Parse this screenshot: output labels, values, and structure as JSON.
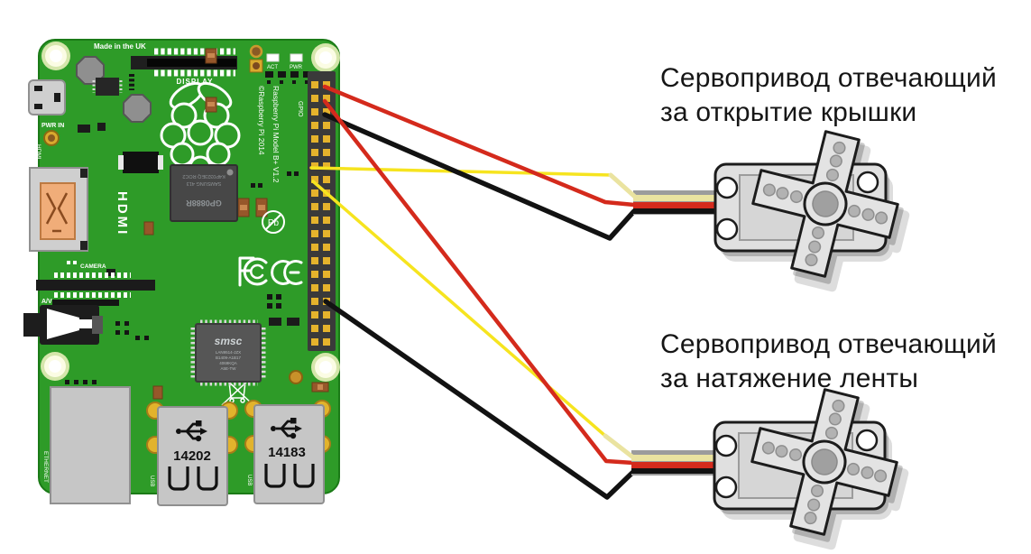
{
  "annotations": {
    "servo_lid": "Сервопривод отвечающий\nза открытие крышки",
    "servo_tape": "Сервопривод отвечающий\nза натяжение ленты"
  },
  "board": {
    "made_in_uk": "Made in the UK",
    "display_label": "DISPLAY",
    "act_led": "ACT",
    "pwr_led": "PWR",
    "gpio_label": "GPIO",
    "copyright_silk": "©Raspberry Pi 2014",
    "model_silk": "Raspberry Pi Model B+ V1.2",
    "pwr_in_label": "PWR IN",
    "hdmi_edge_label": "HDMI",
    "hdmi_silk": "HDMI",
    "camera_label": "CAMERA",
    "av_label": "A/V",
    "ethernet_label": "ETHERNET",
    "usb1_label": "USB",
    "usb2_label": "USB",
    "usb1_number": "14202",
    "usb2_number": "14183",
    "pb_mark": "Pb",
    "ram_chip_line1": "GP0888R",
    "ram_chip_line2": "SAMSUNG 413",
    "ram_chip_line3": "K4P0323EQ ROC2",
    "smsc_logo": "smsc",
    "smsc_line1": "LAN9514-JZX",
    "smsc_line2": "B1409-A1B17",
    "smsc_line3": "4069KQA",
    "smsc_line4": "A5E-TW"
  },
  "colors": {
    "board_green": "#2E9B28",
    "pin_gold": "#E5B32C",
    "wire_red": "#D42A1C",
    "wire_yellow": "#F6E41F",
    "wire_yellow_pale": "#EAE3A0",
    "wire_black": "#121212",
    "ribbon_grey": "#9C9C9C",
    "servo_grey": "#E0E0E0"
  }
}
